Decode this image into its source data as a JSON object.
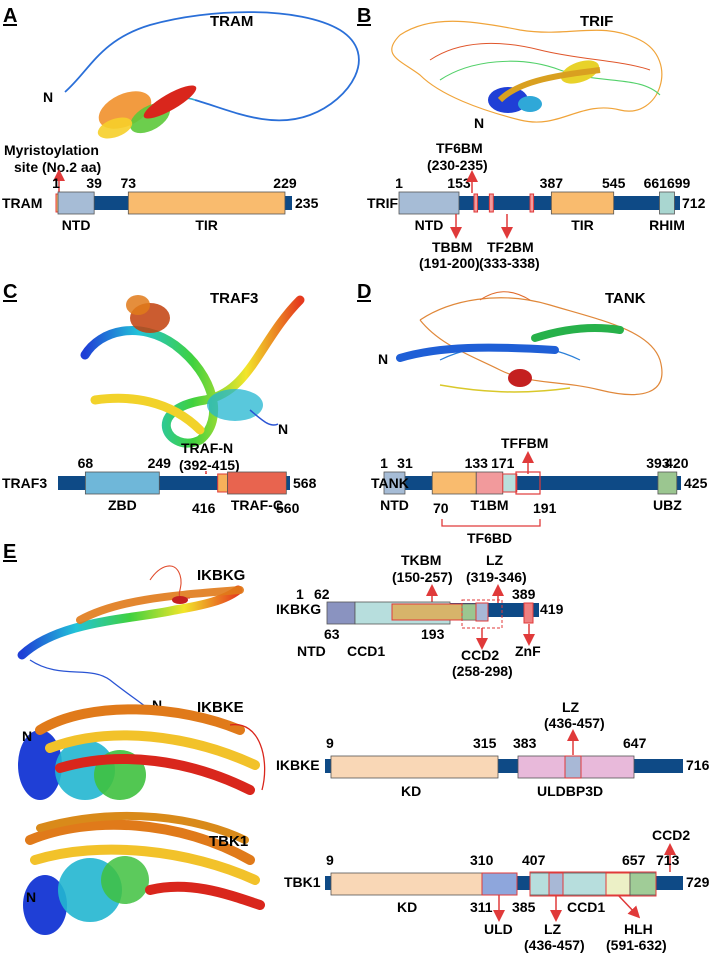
{
  "colors": {
    "backbone": "#0e4a86",
    "ntd": "#a6bcd6",
    "tir": "#f9bb6e",
    "motif": "#f29a9c",
    "rhim": "#a9d6d0",
    "zbd": "#6fb7d9",
    "trafc": "#e8644f",
    "trafn": "#f7b15a",
    "ubz": "#9bc690",
    "tank_ct": "#b9e0dc",
    "ikbkg_ntd": "#8a93c0",
    "ikbkg_ccd1": "#b7dedd",
    "kd": "#f9d7b6",
    "uldbp3d": "#e8b9da",
    "lz": "#a8b8d6",
    "uld": "#8ea6dc",
    "hlh": "#ecf0c6",
    "ccd2_tbk1": "#a0cc97",
    "znf": "#ef8080",
    "accent": "#e03a3a"
  },
  "panels": {
    "A": {
      "letter": "A",
      "protein": "TRAM",
      "structure_label": "TRAM",
      "n_label": "N",
      "length": 235,
      "ticks": [
        {
          "label": "1",
          "pos": 1
        },
        {
          "label": "39",
          "pos": 39
        },
        {
          "label": "73",
          "pos": 73
        },
        {
          "label": "229",
          "pos": 229
        }
      ],
      "domains": [
        {
          "name": "myr",
          "start": 1,
          "end": 3,
          "label": "",
          "color": "tir"
        },
        {
          "name": "ntd",
          "start": 3,
          "end": 39,
          "label": "NTD",
          "color": "ntd"
        },
        {
          "name": "tir",
          "start": 73,
          "end": 229,
          "label": "TIR",
          "color": "tir"
        }
      ],
      "annotation": {
        "line1": "Myristoylation",
        "line2": "site (No.2 aa)"
      }
    },
    "B": {
      "letter": "B",
      "protein": "TRIF",
      "structure_label": "TRIF",
      "n_label": "N",
      "length": 712,
      "ticks": [
        {
          "label": "1",
          "pos": 1
        },
        {
          "label": "153",
          "pos": 153
        },
        {
          "label": "387",
          "pos": 387
        },
        {
          "label": "545",
          "pos": 545
        },
        {
          "label": "661699",
          "pos": 680
        }
      ],
      "domains": [
        {
          "name": "ntd",
          "start": 1,
          "end": 153,
          "label": "NTD",
          "color": "ntd"
        },
        {
          "name": "tbbm",
          "start": 191,
          "end": 200,
          "label": "",
          "color": "motif"
        },
        {
          "name": "tf6bm",
          "start": 230,
          "end": 240,
          "label": "",
          "color": "motif"
        },
        {
          "name": "tf2bm",
          "start": 333,
          "end": 342,
          "label": "",
          "color": "motif"
        },
        {
          "name": "tir",
          "start": 387,
          "end": 545,
          "label": "TIR",
          "color": "tir"
        },
        {
          "name": "rhim",
          "start": 661,
          "end": 699,
          "label": "RHIM",
          "color": "rhim"
        }
      ],
      "motifs": {
        "tf6bm": {
          "name": "TF6BM",
          "range": "(230-235)"
        },
        "tbbm": {
          "name": "TBBM",
          "range": "(191-200)"
        },
        "tf2bm": {
          "name": "TF2BM",
          "range": "(333-338)"
        }
      }
    },
    "C": {
      "letter": "C",
      "protein": "TRAF3",
      "structure_label": "TRAF3",
      "n_label": "N",
      "length": 568,
      "ticks": [
        {
          "label": "68",
          "pos": 68
        },
        {
          "label": "249",
          "pos": 249
        }
      ],
      "domains": [
        {
          "name": "zbd",
          "start": 68,
          "end": 249,
          "label": "ZBD",
          "color": "zbd"
        },
        {
          "name": "trafn",
          "start": 392,
          "end": 416,
          "label": "",
          "color": "trafn"
        },
        {
          "name": "trafc",
          "start": 416,
          "end": 560,
          "label": "TRAF-C",
          "color": "trafc"
        }
      ],
      "motif": {
        "name": "TRAF-N",
        "range": "(392-415)"
      },
      "below_ticks": [
        {
          "label": "416"
        },
        {
          "label": "560"
        }
      ]
    },
    "D": {
      "letter": "D",
      "protein": "TANK",
      "structure_label": "TANK",
      "n_label": "N",
      "length": 425,
      "ticks": [
        {
          "label": "1",
          "pos": 1
        },
        {
          "label": "31",
          "pos": 31
        },
        {
          "label": "133",
          "pos": 133
        },
        {
          "label": "171",
          "pos": 171
        },
        {
          "label": "393",
          "pos": 393
        },
        {
          "label": "420",
          "pos": 420
        }
      ],
      "domains": [
        {
          "name": "ntd",
          "start": 1,
          "end": 31,
          "label": "NTD",
          "color": "ntd"
        },
        {
          "name": "tf6bd",
          "start": 70,
          "end": 133,
          "label": "",
          "color": "tir"
        },
        {
          "name": "t1bm",
          "start": 133,
          "end": 171,
          "label": "T1BM",
          "color": "motif"
        },
        {
          "name": "tffbm",
          "start": 171,
          "end": 191,
          "label": "",
          "color": "tank_ct"
        },
        {
          "name": "ubz",
          "start": 393,
          "end": 420,
          "label": "UBZ",
          "color": "ubz"
        }
      ],
      "motif": {
        "name": "TFFBM"
      },
      "below_ticks": [
        {
          "label": "70"
        },
        {
          "label": "191"
        }
      ],
      "bracket_label": "TF6BD"
    },
    "E": {
      "letter": "E",
      "ikbkg": {
        "protein": "IKBKG",
        "structure_label": "IKBKG",
        "n_label": "N",
        "length": 419,
        "ticks": [
          {
            "label": "1"
          },
          {
            "label": "62"
          },
          {
            "label": "389"
          }
        ],
        "below_ticks": [
          {
            "label": "63"
          },
          {
            "label": "193"
          }
        ],
        "domain_labels": {
          "ntd": "NTD",
          "ccd1": "CCD1"
        },
        "tkbm": {
          "name": "TKBM",
          "range": "(150-257)"
        },
        "lz": {
          "name": "LZ",
          "range": "(319-346)"
        },
        "ccd2": {
          "name": "CCD2",
          "range": "(258-298)"
        },
        "znf": {
          "name": "ZnF"
        }
      },
      "ikbke": {
        "protein": "IKBKE",
        "structure_label": "IKBKE",
        "n_label": "N",
        "length": 716,
        "ticks": [
          {
            "label": "9"
          },
          {
            "label": "315"
          },
          {
            "label": "383"
          },
          {
            "label": "647"
          }
        ],
        "domain_labels": {
          "kd": "KD",
          "uldbp3d": "ULDBP3D"
        },
        "lz": {
          "name": "LZ",
          "range": "(436-457)"
        }
      },
      "tbk1": {
        "protein": "TBK1",
        "structure_label": "TBK1",
        "n_label": "N",
        "length": 729,
        "ticks": [
          {
            "label": "9"
          },
          {
            "label": "310"
          },
          {
            "label": "407"
          },
          {
            "label": "657"
          },
          {
            "label": "713"
          }
        ],
        "below_ticks": [
          {
            "label": "311"
          },
          {
            "label": "385"
          }
        ],
        "domain_labels": {
          "kd": "KD",
          "ccd1": "CCD1"
        },
        "uld": {
          "name": "ULD"
        },
        "lz": {
          "name": "LZ",
          "range": "(436-457)"
        },
        "hlh": {
          "name": "HLH",
          "range": "(591-632)"
        },
        "ccd2": {
          "name": "CCD2"
        }
      }
    }
  }
}
